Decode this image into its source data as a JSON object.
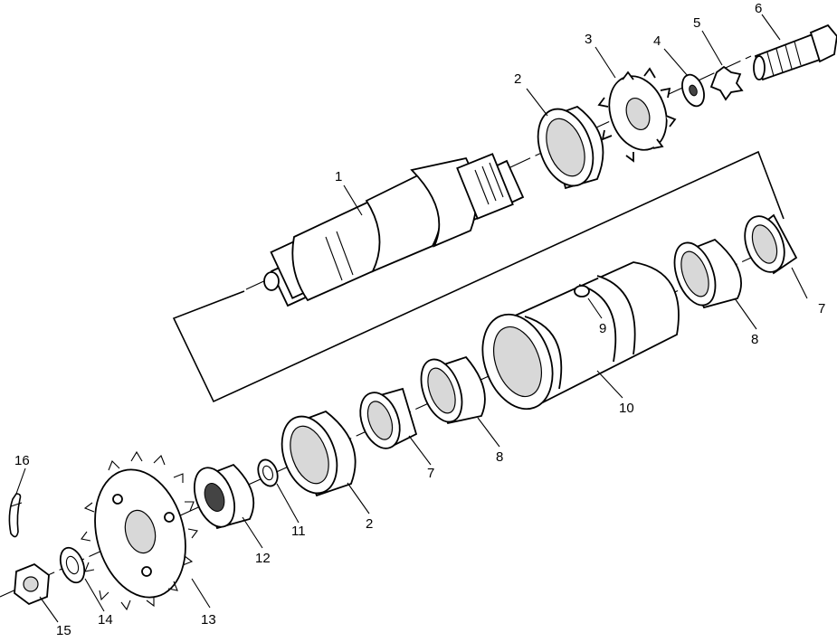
{
  "callouts": {
    "c1": "1",
    "c2a": "2",
    "c2b": "2",
    "c3": "3",
    "c4": "4",
    "c5": "5",
    "c6": "6",
    "c7a": "7",
    "c7b": "7",
    "c8a": "8",
    "c8b": "8",
    "c9": "9",
    "c10": "10",
    "c11": "11",
    "c12": "12",
    "c13": "13",
    "c14": "14",
    "c15": "15",
    "c16": "16"
  }
}
